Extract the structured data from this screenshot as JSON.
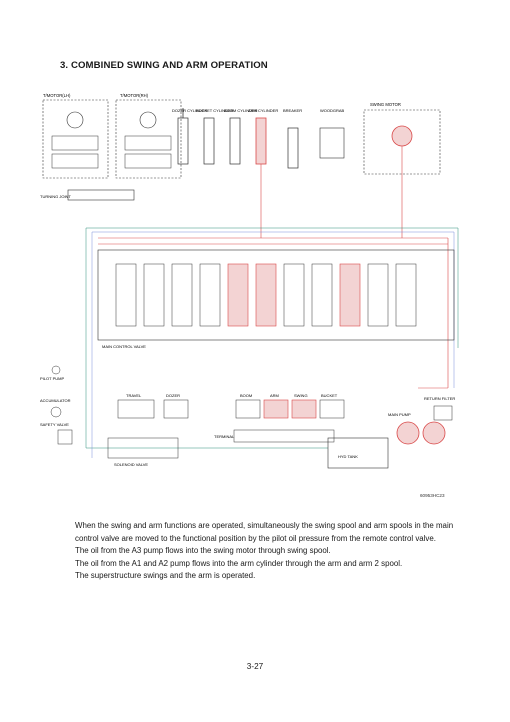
{
  "heading": "3. COMBINED SWING AND ARM OPERATION",
  "figure": {
    "id": "60953HC23",
    "labels": {
      "travel_motor_lh": "T/MOTOR(LH)",
      "travel_motor_rh": "T/MOTOR(RH)",
      "dozer_cylinder": "DOZER CYLINDER",
      "bucket_cylinder": "BUCKET CYLINDER",
      "boom_cylinder": "BOOM CYLINDER",
      "arm_cylinder": "ARM CYLINDER",
      "breaker": "BREAKER",
      "woodgrab": "WOODGRAB",
      "swing_motor": "SWING MOTOR",
      "main_pump": "MAIN PUMP",
      "hyd_tank": "HYD TANK",
      "solenoid_valve": "SOLENOID VALVE",
      "terminal": "TERMINAL",
      "accumulator": "ACCUMULATOR",
      "main_control_valve": "MAIN CONTROL VALVE",
      "turning_joint": "TURNING JOINT",
      "pilot_pump": "PILOT PUMP",
      "return_filter": "RETURN FILTER",
      "safety_valve": "SAFETY VALVE",
      "rcv_travel": "TRAVEL",
      "rcv_dozer": "DOZER",
      "rcv_boom": "BOOM",
      "rcv_arm": "ARM",
      "rcv_swing": "SWING",
      "rcv_bucket": "BUCKET"
    }
  },
  "paragraphs": [
    "When the swing and arm functions are operated, simultaneously the swing spool and arm spools in the main control valve are moved to the functional position by the pilot oil pressure from the remote control valve.",
    "The oil from the A3 pump flows into the swing motor through swing spool.",
    "The oil from the A1 and A2 pump flows into the arm cylinder through the arm and arm 2 spool.",
    "The superstructure swings and the arm is operated."
  ],
  "page_number": "3-27",
  "line_colors": {
    "pressure": "#d94a4a",
    "pilot": "#2f8f7a",
    "drain": "#7a8fd9",
    "return": "#333333"
  }
}
